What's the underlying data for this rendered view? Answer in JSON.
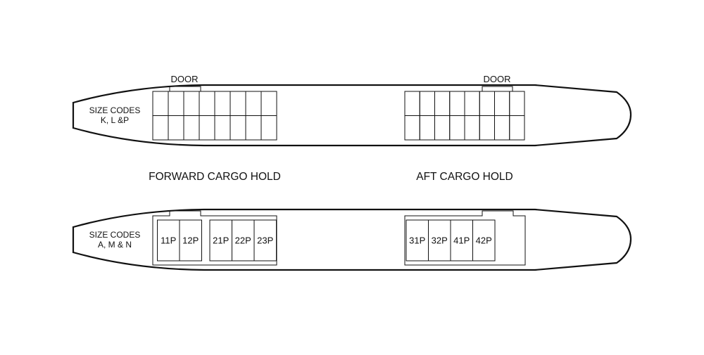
{
  "deck_top": {
    "size_codes": [
      "SIZE CODES",
      "K, L &P"
    ],
    "forward_door": "DOOR",
    "aft_door": "DOOR",
    "forward_columns": 8,
    "aft_columns": 8,
    "rows": 2
  },
  "hold_labels": {
    "forward": "FORWARD CARGO HOLD",
    "aft": "AFT CARGO HOLD"
  },
  "deck_bottom": {
    "size_codes": [
      "SIZE CODES",
      "A, M & N"
    ],
    "forward_positions": [
      {
        "group": 1,
        "labels": [
          "11P",
          "12P"
        ]
      },
      {
        "group": 2,
        "labels": [
          "21P",
          "22P",
          "23P"
        ]
      }
    ],
    "aft_positions": [
      {
        "group": 3,
        "labels": [
          "31P",
          "32P",
          "41P",
          "42P"
        ]
      }
    ]
  }
}
